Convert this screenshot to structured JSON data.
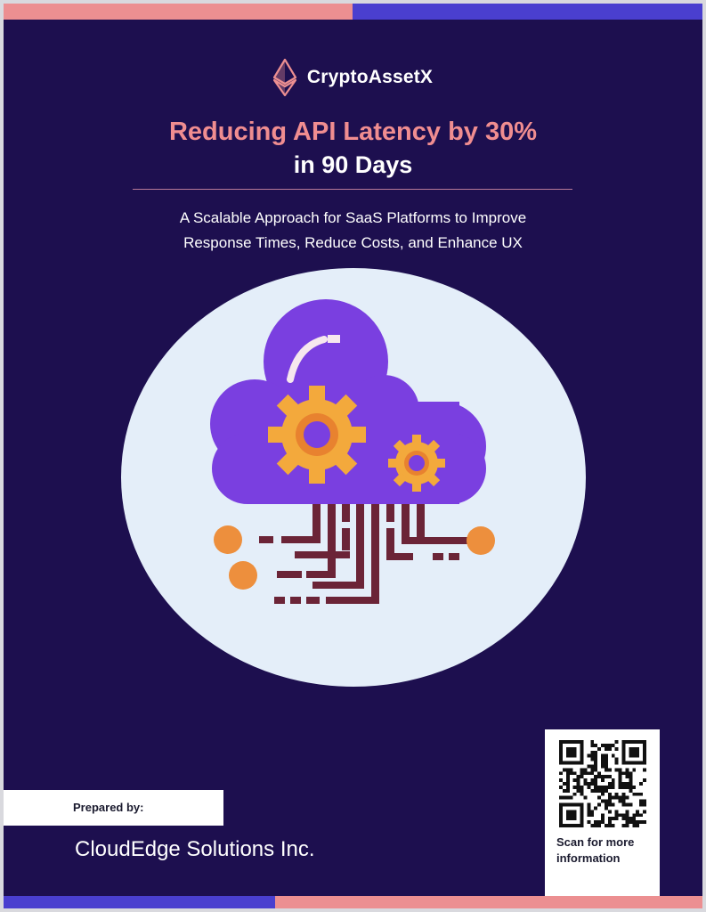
{
  "brand": {
    "name": "CryptoAssetX",
    "logo_icon": "ethereum-diamond-icon",
    "accent": "#ec8f91"
  },
  "title": {
    "line1": "Reducing API Latency by 30%",
    "line2": "in 90 Days"
  },
  "subtitle": {
    "line1": "A Scalable Approach for SaaS Platforms to Improve",
    "line2": "Response Times, Reduce Costs, and Enhance UX"
  },
  "hero": {
    "icon": "cloud-gears-circuit-icon"
  },
  "prepared": {
    "label": "Prepared by:",
    "company": "CloudEdge Solutions Inc."
  },
  "qr": {
    "icon": "qr-code-icon",
    "caption_line1": "Scan for more",
    "caption_line2": "information"
  },
  "colors": {
    "background": "#1d0f4f",
    "pink": "#ec8f91",
    "blue": "#4a3fcf",
    "cloud": "#7a3fe0",
    "gear": "#f3a93c",
    "circuit": "#6b2437",
    "node": "#ed8f3d"
  }
}
